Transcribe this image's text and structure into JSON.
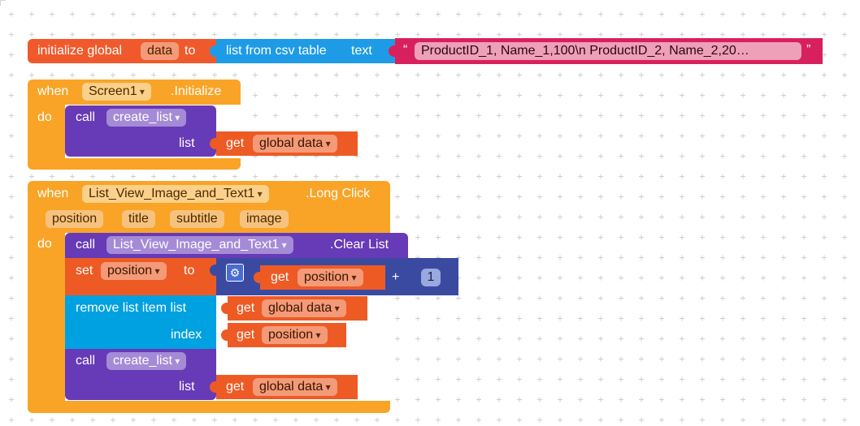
{
  "blocks": {
    "init_global": {
      "prefix": "initialize global",
      "var_name": "data",
      "to": "to"
    },
    "list_from_csv": {
      "label": "list from csv table",
      "text_label": "text"
    },
    "csv_string": {
      "open_quote": "“",
      "value": "ProductID_1, Name_1,100\\n ProductID_2, Name_2,20…",
      "close_quote": "”"
    },
    "screen_init": {
      "when": "when",
      "component": "Screen1",
      "event": ".Initialize",
      "do": "do",
      "call": "call",
      "procedure": "create_list",
      "arg_label": "list",
      "get": "get",
      "get_var": "global data"
    },
    "long_click": {
      "when": "when",
      "component": "List_View_Image_and_Text1",
      "event": ".Long Click",
      "params": [
        "position",
        "title",
        "subtitle",
        "image"
      ],
      "do": "do",
      "call_clear": {
        "call": "call",
        "component": "List_View_Image_and_Text1",
        "method": ".Clear List"
      },
      "set_block": {
        "set": "set",
        "var": "position",
        "to": "to",
        "get": "get",
        "get_var": "position",
        "plus": "+",
        "number": "1"
      },
      "remove_block": {
        "label": "remove list item  list",
        "index_label": "index",
        "get_list": "get",
        "get_list_var": "global data",
        "get_index": "get",
        "get_index_var": "position"
      },
      "call_create": {
        "call": "call",
        "procedure": "create_list",
        "arg_label": "list",
        "get": "get",
        "get_var": "global data"
      }
    }
  },
  "colors": {
    "variables": "#f0592b",
    "lists": "#1e9be6",
    "text": "#d9205e",
    "events": "#f9a427",
    "procedures": "#673ab7",
    "math": "#3b4aa1"
  },
  "icons": {
    "mutator": "gear-icon"
  }
}
